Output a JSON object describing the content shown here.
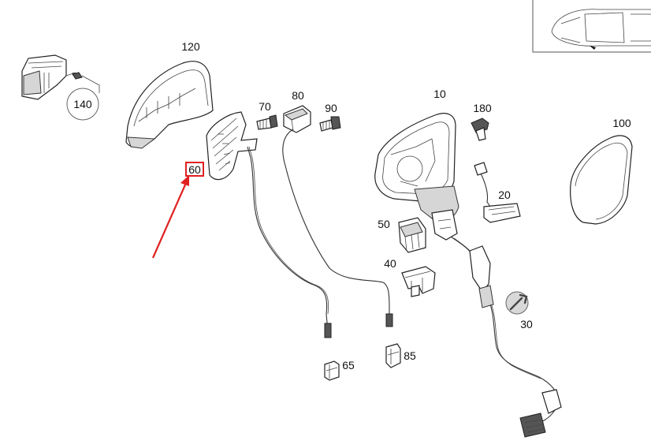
{
  "labels": {
    "p10": "10",
    "p20": "20",
    "p30": "30",
    "p40": "40",
    "p50": "50",
    "p60": "60",
    "p65": "65",
    "p70": "70",
    "p80": "80",
    "p85": "85",
    "p90": "90",
    "p100": "100",
    "p120": "120",
    "p140": "140",
    "p180": "180"
  },
  "highlight": {
    "part": "60",
    "box_color": "#e02020",
    "arrow_color": "#e02020"
  },
  "icons": {
    "torque_wrench": "wrench-icon",
    "vehicle_locator": "car-topview-icon"
  }
}
